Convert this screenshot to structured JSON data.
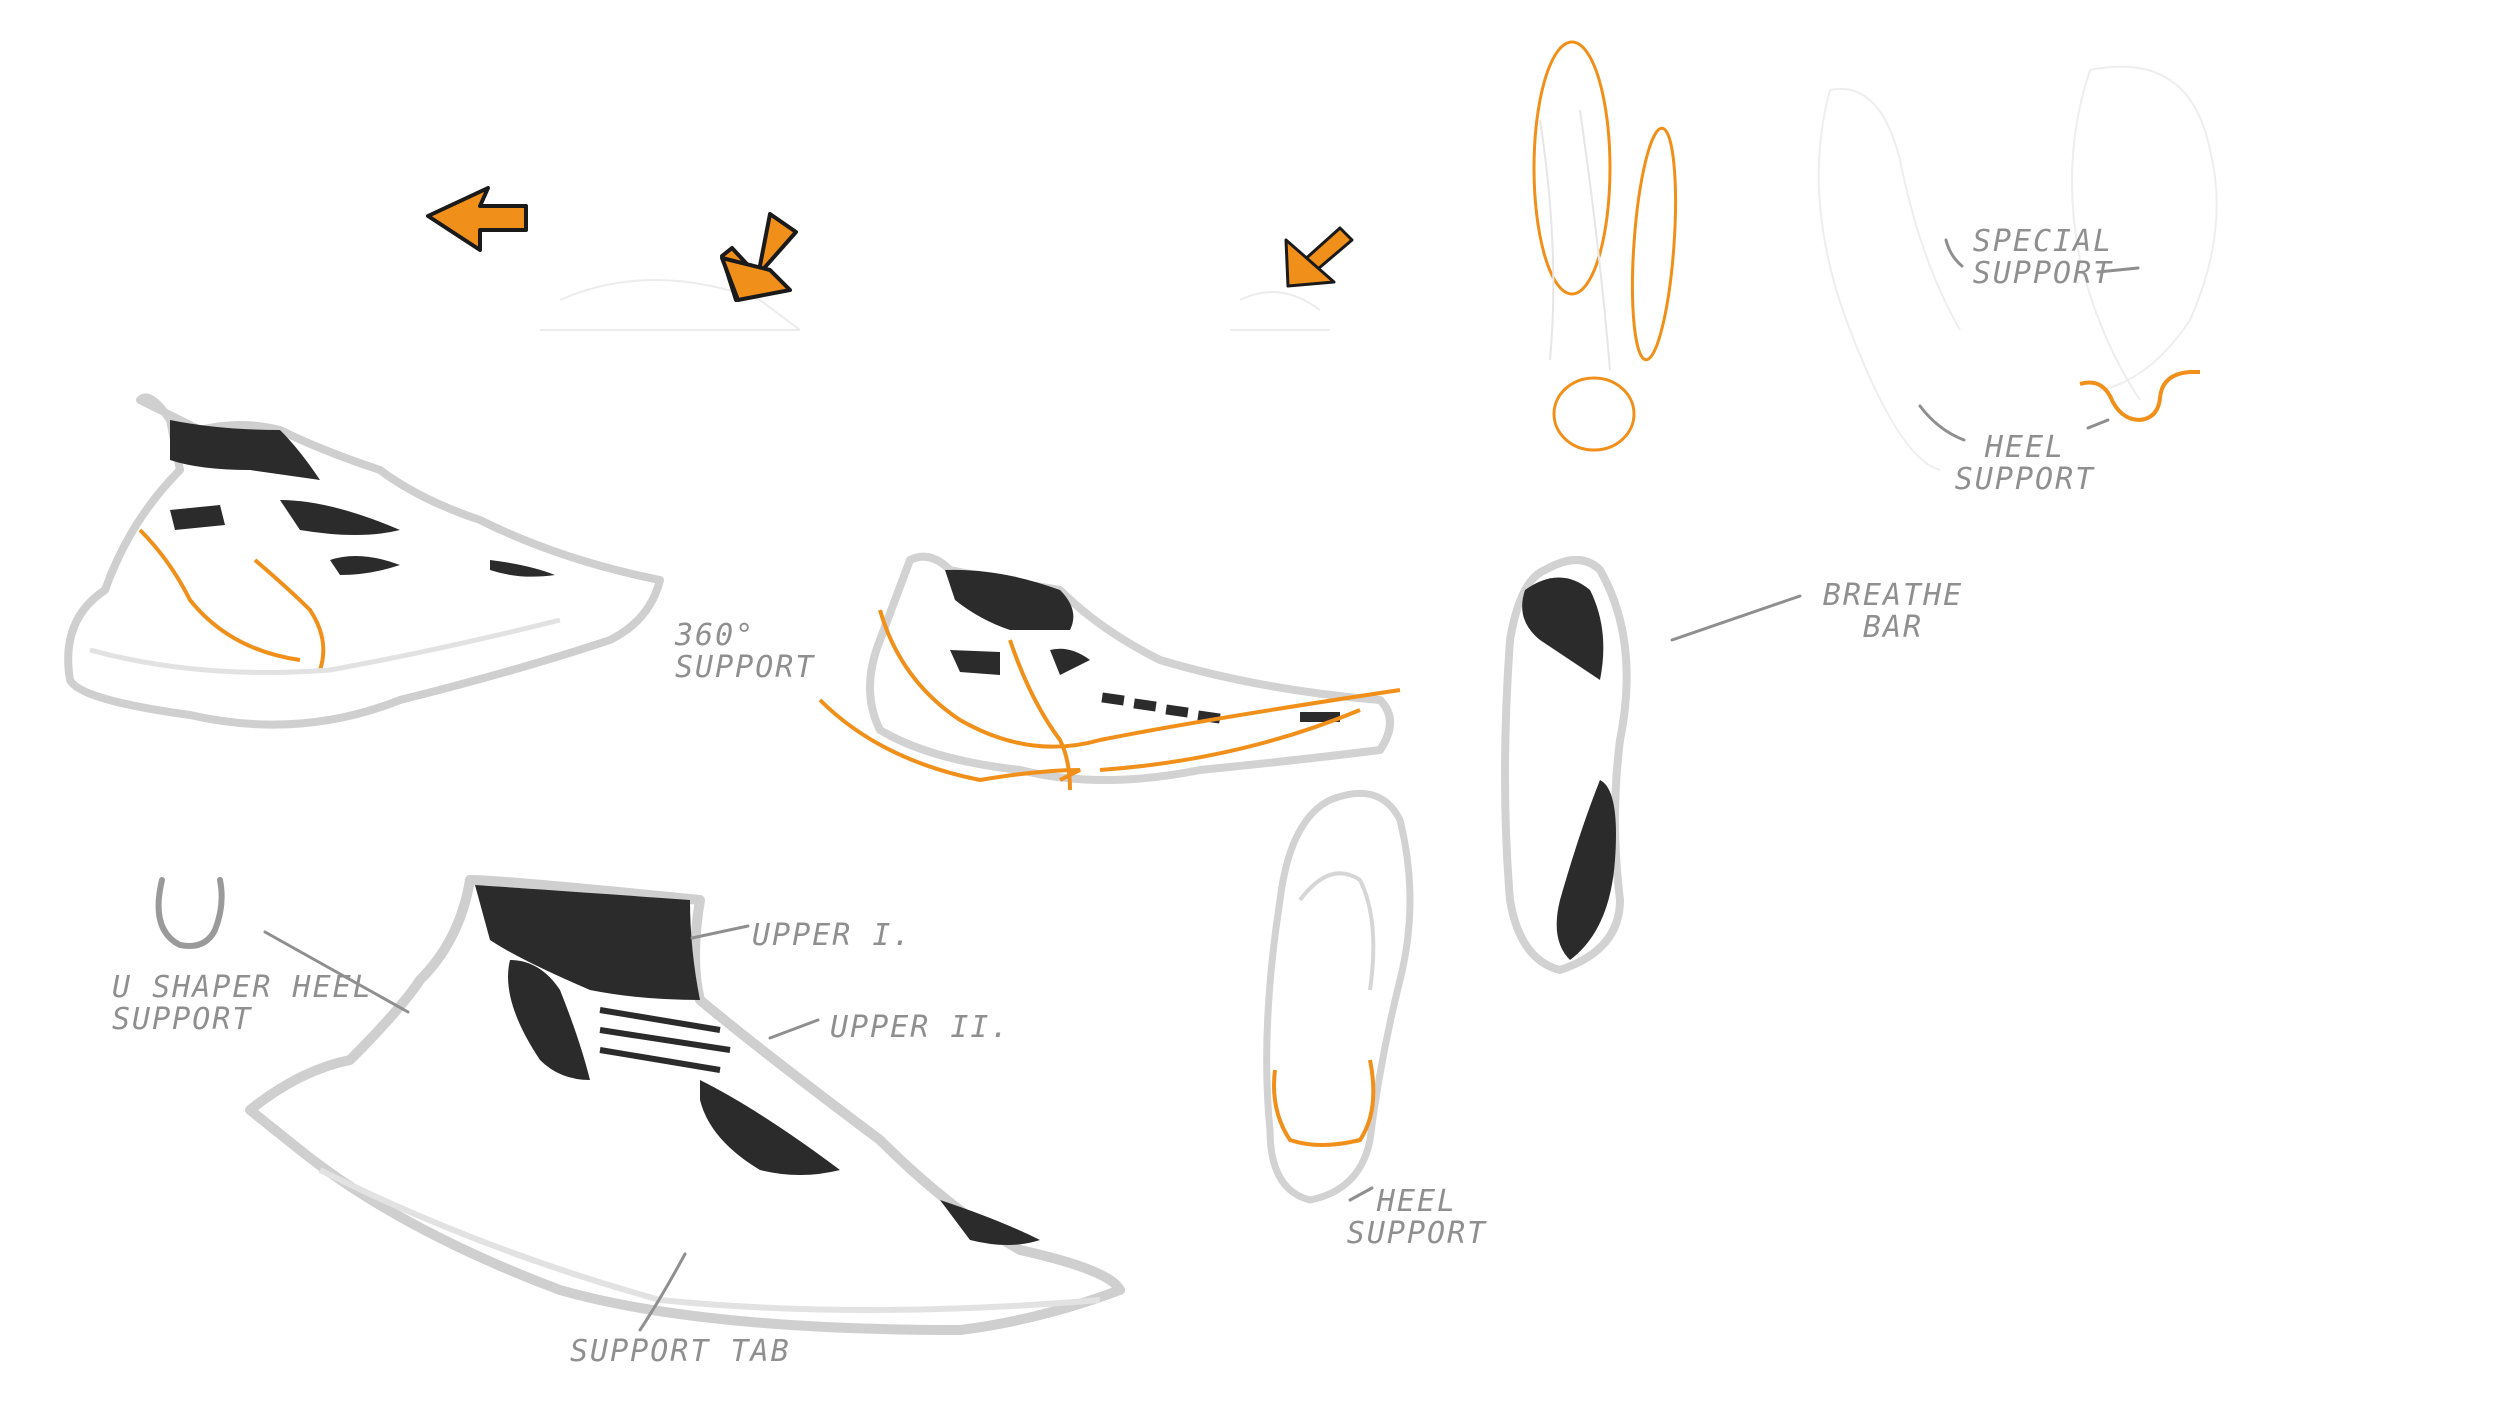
{
  "palette": {
    "accent": "#f0901a",
    "ink": "#2b2b2b",
    "sketch": "#d8d8d8",
    "annotation": "#8f8f8f"
  },
  "annotations": {
    "support_360": "360° SUPPORT",
    "upper_1": "UPPER I.",
    "upper_2": "UPPER II.",
    "u_shaper": "U SHAPER HEEL SUPPORT",
    "support_tab": "SUPPORT TAB",
    "breathe_bar": "BREATHE BAR",
    "heel_support_bottom": "HEEL SUPPORT",
    "special_support": "SPECIAL SUPPORT",
    "heel_support_top": "HEEL SUPPORT"
  },
  "icons": [
    "arrow-left-icon",
    "arrow-down-left-icon",
    "arrow-down-left-small-icon",
    "u-shape-heel-icon"
  ]
}
